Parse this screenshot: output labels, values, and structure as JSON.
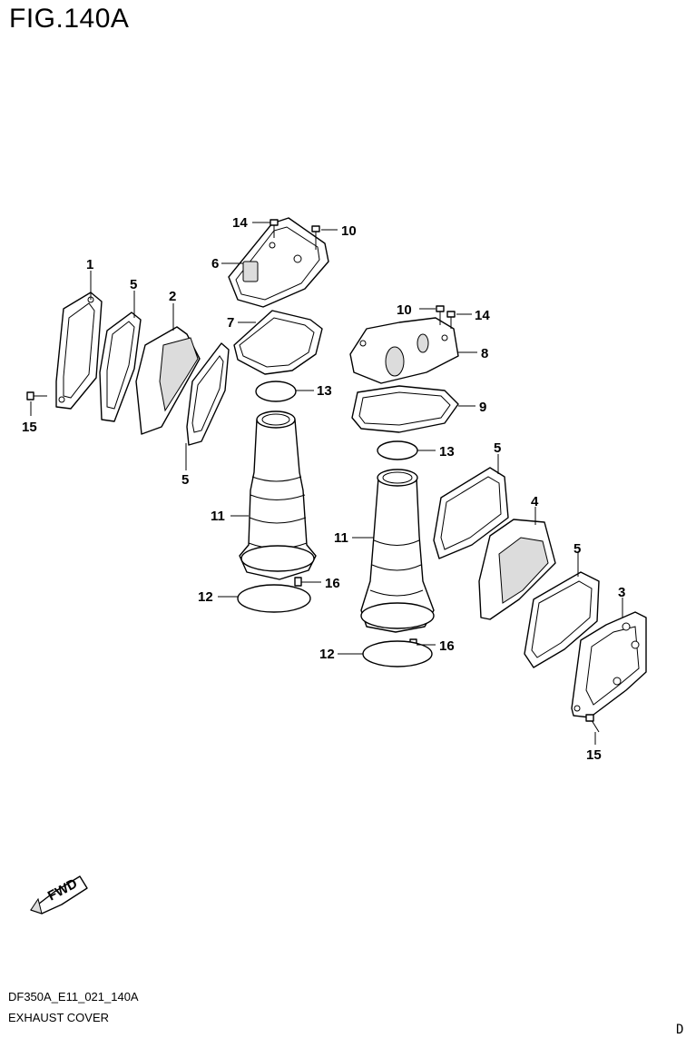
{
  "figure": {
    "title": "FIG.140A"
  },
  "footer": {
    "code": "DF350A_E11_021_140A",
    "name": "EXHAUST COVER",
    "page_letter": "D"
  },
  "fwd_label": "FWD",
  "callouts": [
    {
      "label": "14"
    },
    {
      "label": "10"
    },
    {
      "label": "6"
    },
    {
      "label": "1"
    },
    {
      "label": "5"
    },
    {
      "label": "2"
    },
    {
      "label": "7"
    },
    {
      "label": "10"
    },
    {
      "label": "14"
    },
    {
      "label": "8"
    },
    {
      "label": "15"
    },
    {
      "label": "13"
    },
    {
      "label": "9"
    },
    {
      "label": "5"
    },
    {
      "label": "13"
    },
    {
      "label": "5"
    },
    {
      "label": "4"
    },
    {
      "label": "11"
    },
    {
      "label": "11"
    },
    {
      "label": "5"
    },
    {
      "label": "16"
    },
    {
      "label": "12"
    },
    {
      "label": "3"
    },
    {
      "label": "12"
    },
    {
      "label": "16"
    },
    {
      "label": "15"
    }
  ]
}
